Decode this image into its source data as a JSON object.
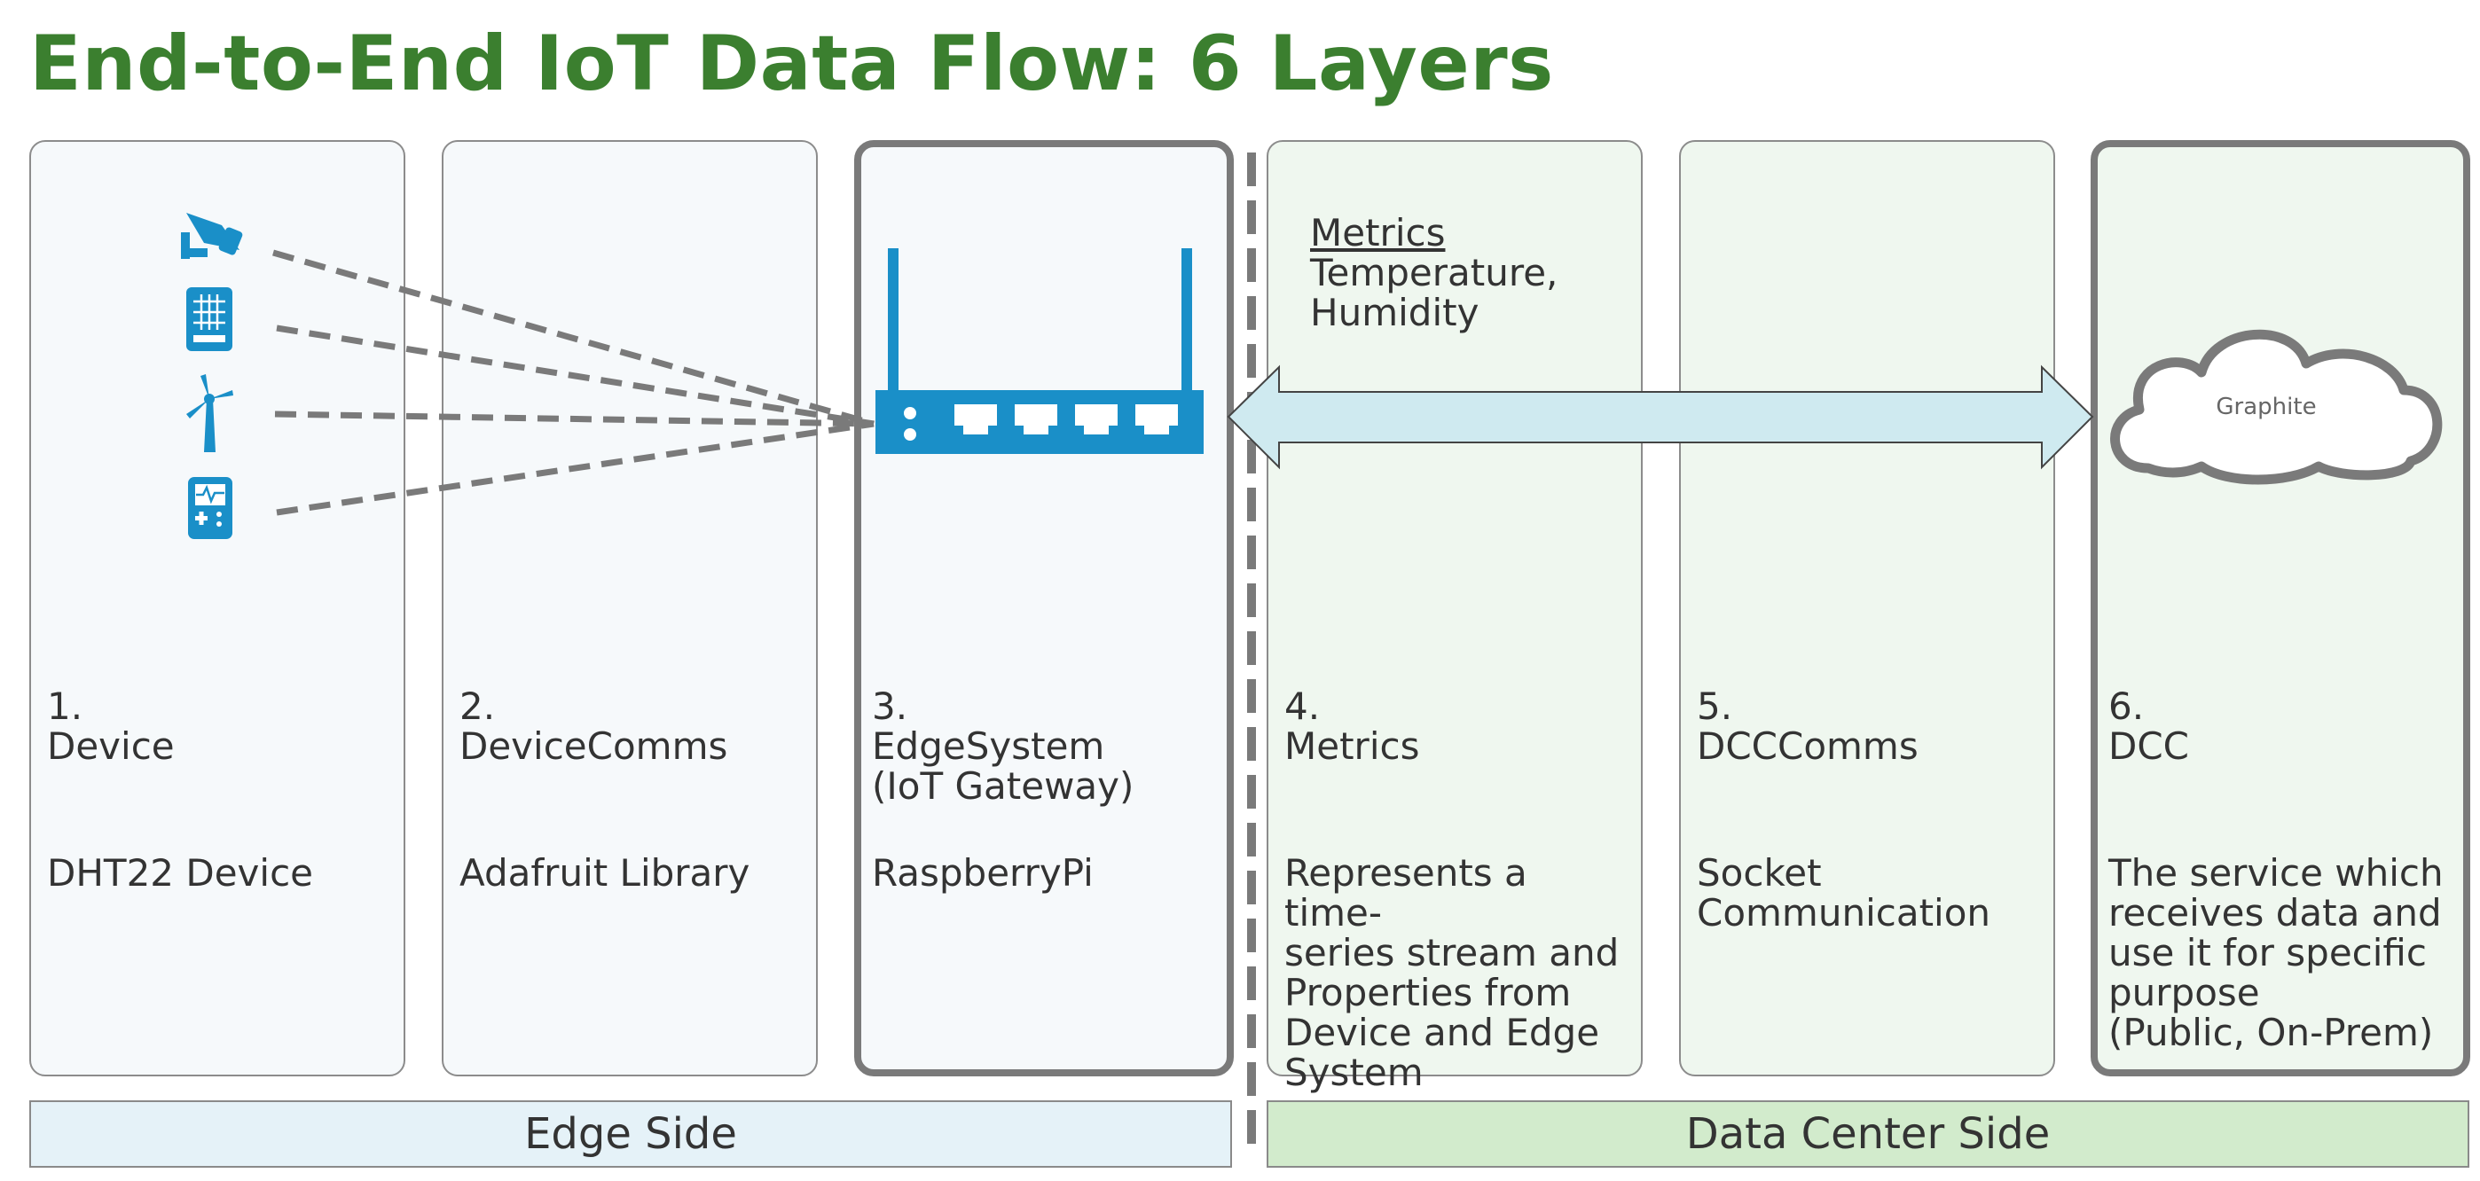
{
  "title": "End-to-End IoT Data Flow: 6 Layers",
  "layers": [
    {
      "number": "1.",
      "name": "Device",
      "description": "DHT22 Device"
    },
    {
      "number": "2.",
      "name": "DeviceComms",
      "description": "Adafruit Library"
    },
    {
      "number": "3.",
      "name": "EdgeSystem\n(IoT Gateway)",
      "description": "RaspberryPi"
    },
    {
      "number": "4.",
      "name": "Metrics",
      "description": "Represents a time-\nseries stream and\nProperties from\nDevice and Edge\nSystem"
    },
    {
      "number": "5.",
      "name": "DCCComms",
      "description": "Socket\nCommunication"
    },
    {
      "number": "6.",
      "name": "DCC",
      "description": "The service which\nreceives data and\nuse it for specific\npurpose\n(Public, On-Prem)"
    }
  ],
  "metrics_note": {
    "heading": "Metrics",
    "values": "Temperature,\nHumidity"
  },
  "cloud_label": "Graphite",
  "devices": [
    "security-camera-icon",
    "vending-machine-icon",
    "wind-turbine-icon",
    "medical-monitor-icon"
  ],
  "gateway_icon": "router-icon",
  "bands": {
    "edge": "Edge Side",
    "data_center": "Data Center Side"
  },
  "colors": {
    "title": "#3b7f2f",
    "icon": "#1a8fc8",
    "edge_panel": "#f6f9fb",
    "dc_panel": "#eff7ef",
    "edge_band": "#e5f2f8",
    "dc_band": "#d2ebcc",
    "arrow_fill": "#cfeaf0",
    "connector": "#7a7a7a"
  }
}
